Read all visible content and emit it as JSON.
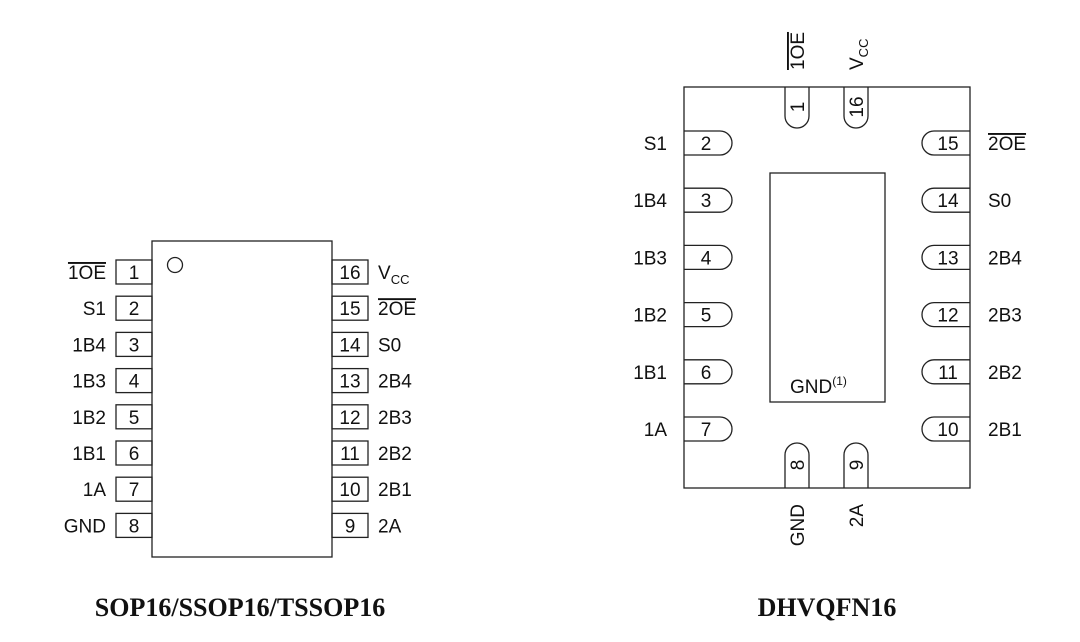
{
  "sop": {
    "caption": "SOP16/SSOP16/TSSOP16",
    "left_pins": [
      {
        "num": "1",
        "label": "1OE",
        "overline": true
      },
      {
        "num": "2",
        "label": "S1"
      },
      {
        "num": "3",
        "label": "1B4"
      },
      {
        "num": "4",
        "label": "1B3"
      },
      {
        "num": "5",
        "label": "1B2"
      },
      {
        "num": "6",
        "label": "1B1"
      },
      {
        "num": "7",
        "label": "1A"
      },
      {
        "num": "8",
        "label": "GND"
      }
    ],
    "right_pins": [
      {
        "num": "16",
        "label": "V",
        "sub": "CC"
      },
      {
        "num": "15",
        "label": "2OE",
        "overline": true
      },
      {
        "num": "14",
        "label": "S0"
      },
      {
        "num": "13",
        "label": "2B4"
      },
      {
        "num": "12",
        "label": "2B3"
      },
      {
        "num": "11",
        "label": "2B2"
      },
      {
        "num": "10",
        "label": "2B1"
      },
      {
        "num": "9",
        "label": "2A"
      }
    ]
  },
  "qfn": {
    "caption": "DHVQFN16",
    "pad_label": "GND",
    "pad_note": "(1)",
    "top_pins": [
      {
        "num": "1",
        "label": "1OE",
        "overline": true
      },
      {
        "num": "16",
        "label": "V",
        "sub": "CC"
      }
    ],
    "left_pins": [
      {
        "num": "2",
        "label": "S1"
      },
      {
        "num": "3",
        "label": "1B4"
      },
      {
        "num": "4",
        "label": "1B3"
      },
      {
        "num": "5",
        "label": "1B2"
      },
      {
        "num": "6",
        "label": "1B1"
      },
      {
        "num": "7",
        "label": "1A"
      }
    ],
    "right_pins": [
      {
        "num": "15",
        "label": "2OE",
        "overline": true
      },
      {
        "num": "14",
        "label": "S0"
      },
      {
        "num": "13",
        "label": "2B4"
      },
      {
        "num": "12",
        "label": "2B3"
      },
      {
        "num": "11",
        "label": "2B2"
      },
      {
        "num": "10",
        "label": "2B1"
      }
    ],
    "bottom_pins": [
      {
        "num": "8",
        "label": "GND"
      },
      {
        "num": "9",
        "label": "2A"
      }
    ]
  }
}
